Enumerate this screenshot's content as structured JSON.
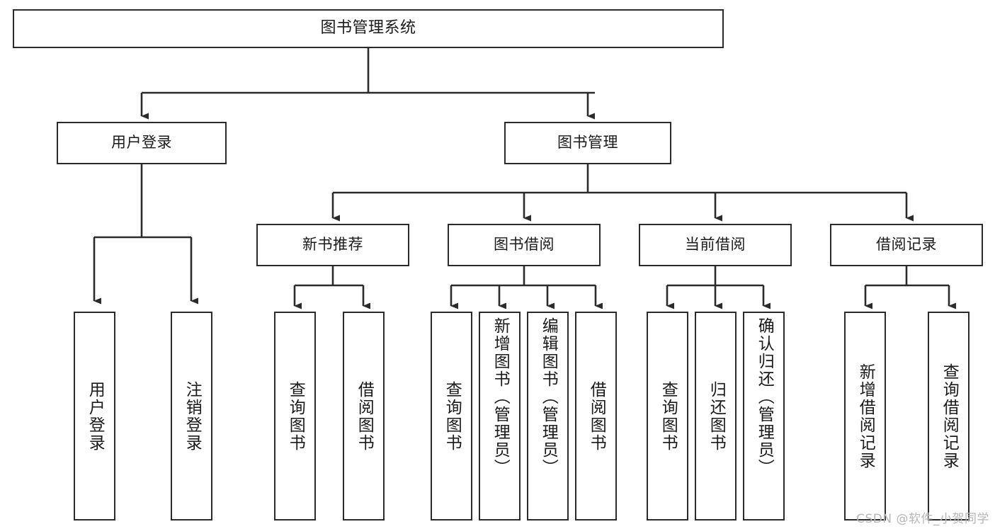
{
  "diagram": {
    "title": "图书管理系统",
    "type": "tree-hierarchy-chart",
    "root": {
      "label": "图书管理系统"
    },
    "level2": [
      {
        "label": "用户登录"
      },
      {
        "label": "图书管理"
      }
    ],
    "level3": [
      {
        "label": "新书推荐"
      },
      {
        "label": "图书借阅"
      },
      {
        "label": "当前借阅"
      },
      {
        "label": "借阅记录"
      }
    ],
    "leaves": [
      {
        "label": "用户登录",
        "parent": "用户登录"
      },
      {
        "label": "注销登录",
        "parent": "用户登录"
      },
      {
        "label": "查询图书",
        "parent": "新书推荐"
      },
      {
        "label": "借阅图书",
        "parent": "新书推荐"
      },
      {
        "label": "查询图书",
        "parent": "图书借阅"
      },
      {
        "label": "新增图书（管理员）",
        "parent": "图书借阅"
      },
      {
        "label": "编辑图书（管理员）",
        "parent": "图书借阅"
      },
      {
        "label": "借阅图书",
        "parent": "图书借阅"
      },
      {
        "label": "查询图书",
        "parent": "当前借阅"
      },
      {
        "label": "归还图书",
        "parent": "当前借阅"
      },
      {
        "label": "确认归还（管理员）",
        "parent": "当前借阅"
      },
      {
        "label": "新增借阅记录",
        "parent": "借阅记录"
      },
      {
        "label": "查询借阅记录",
        "parent": "借阅记录"
      }
    ],
    "colors": {
      "stroke": "#2b2b2b",
      "fill": "#ffffff",
      "text": "#1a1a1a",
      "watermark": "#b6b6b6"
    }
  },
  "watermark": {
    "text": "CSDN @软件_小贺同学"
  }
}
